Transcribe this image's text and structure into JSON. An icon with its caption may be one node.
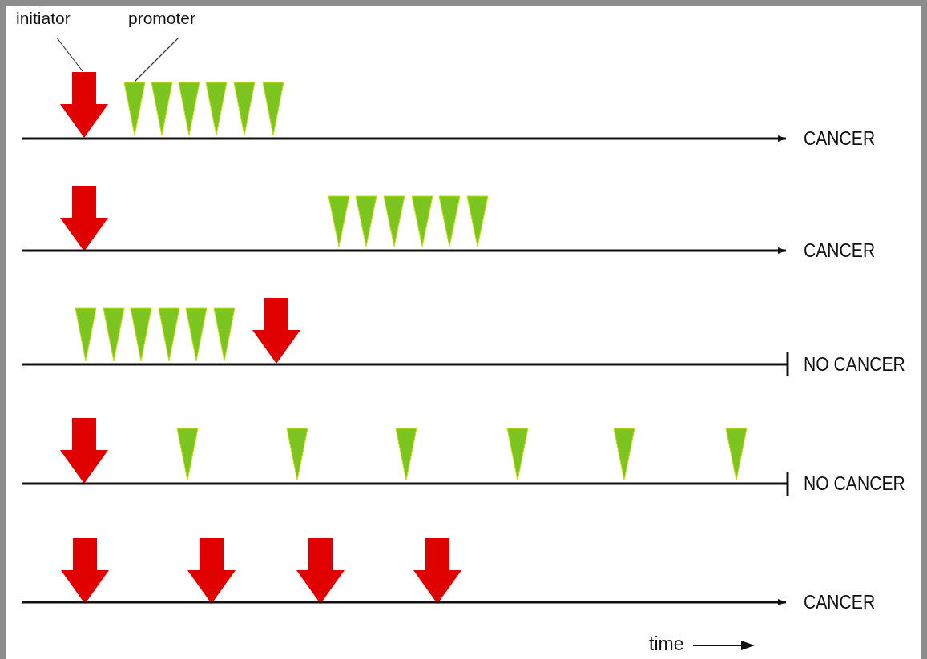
{
  "diagram": {
    "nodes": [
      {
        "text": [
          "initiator"
        ]
      },
      {
        "text": [
          "promoter"
        ]
      },
      {
        "text": [],
        "shape": "arrow"
      },
      {
        "text": [],
        "shape": "triangle"
      },
      {
        "text": [
          "CANCER"
        ]
      },
      {
        "text": [
          "CANCER"
        ]
      },
      {
        "text": [
          "NO CANCER"
        ]
      },
      {
        "text": [
          "NO CANCER"
        ]
      },
      {
        "text": [
          "CANCER"
        ]
      }
    ],
    "edges": [
      {
        "from": 0,
        "to": 2,
        "arrow": "none"
      },
      {
        "from": 1,
        "to": 3,
        "arrow": "none"
      },
      {
        "from": null,
        "to": 4,
        "arrow": "to"
      },
      {
        "from": null,
        "to": 5,
        "arrow": "to"
      },
      {
        "from": null,
        "to": 6,
        "arrow": "other"
      },
      {
        "from": null,
        "to": 7,
        "arrow": "other"
      },
      {
        "from": null,
        "to": 8,
        "arrow": "to"
      }
    ],
    "labels": [
      "time"
    ]
  }
}
